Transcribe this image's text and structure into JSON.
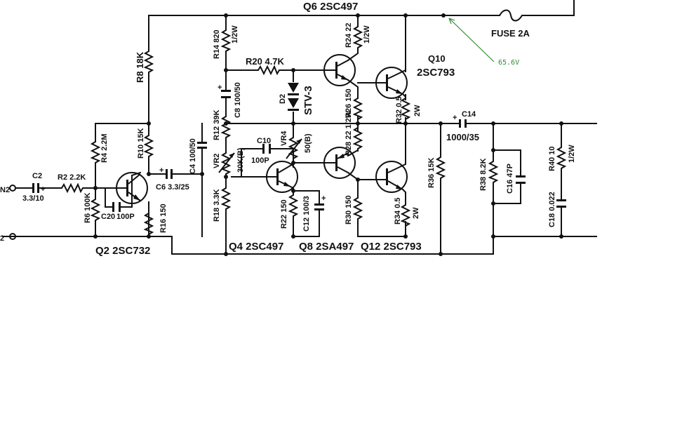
{
  "labels": {
    "q6": "Q6 2SC497",
    "fuse": "FUSE 2A",
    "voltage_note": "65.6V",
    "q10": "Q10",
    "q10_part": "2SC793",
    "r8": "R8 18K",
    "r14": "R14 820",
    "r14_w": "1/2W",
    "r24": "R24 22",
    "r24_w": "1/2W",
    "r20": "R20 4.7K",
    "c8": "C8 100/50",
    "d2": "D2",
    "d2_part": "STV-3",
    "r26": "R26 150",
    "r32": "R32 0.5",
    "r32_w": "2W",
    "c14": "C14",
    "c14_val": "1000/35",
    "r12": "R12 39K",
    "vr2": "VR2",
    "vr2_val": "30K(B)",
    "c10": "C10",
    "c10_val": "100P",
    "vr4": "VR4",
    "vr4_val": "50(B)",
    "r28": "R28 22 1/2W",
    "r36": "R36 15K",
    "r38": "R38 8.2K",
    "c16": "C16 47P",
    "r40": "R40 10",
    "r40_w": "1/2W",
    "c18": "C18 0.022",
    "r4": "R4 2.2M",
    "r10": "R10 15K",
    "c4": "C4 100/50",
    "c2": "C2",
    "c2_val": "3.3/10",
    "r2": "R2 2.2K",
    "r6": "R6 100K",
    "c20": "C20",
    "c20_val": "100P",
    "c6": "C6 3.3/25",
    "r16": "R16 150",
    "r18": "R18 3.3K",
    "r22": "R22 150",
    "c12": "C12 100/3",
    "r30": "R30 150",
    "r34": "R34 0.5",
    "r34_w": "2W",
    "q2": "Q2 2SC732",
    "q4": "Q4 2SC497",
    "q8": "Q8 2SA497",
    "q12": "Q12 2SC793",
    "n2_a": "N2",
    "n2_b": "2"
  }
}
